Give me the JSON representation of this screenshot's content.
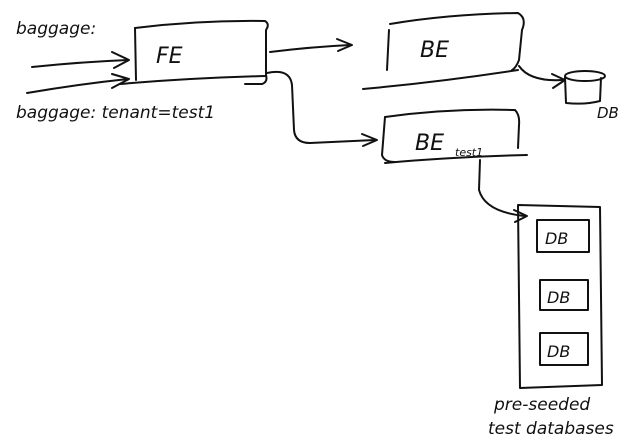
{
  "labels": {
    "baggage_empty": "baggage:",
    "baggage_tenant": "baggage: tenant=test1",
    "fe": "FE",
    "be": "BE",
    "be_test": "BE",
    "be_test_sub": "test1",
    "db_main": "DB",
    "db_1": "DB",
    "db_2": "DB",
    "db_3": "DB",
    "preseeded_line1": "pre-seeded",
    "preseeded_line2": "test databases"
  }
}
